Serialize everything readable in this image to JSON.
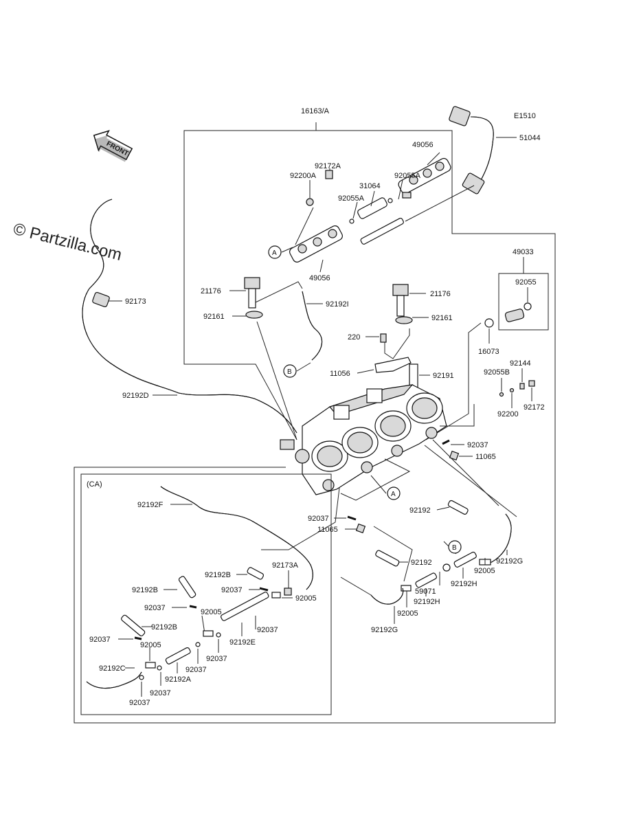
{
  "diagram": {
    "code": "E1510",
    "watermark": "© Partzilla.com",
    "front_label": "FRONT",
    "variant_box_label": "(CA)",
    "refs": {
      "a": "A",
      "b": "B"
    },
    "labels": {
      "p16163A": "16163/A",
      "p51044": "51044",
      "p49056_top": "49056",
      "p92172A": "92172A",
      "p92200A": "92200A",
      "p92055A_1": "92055A",
      "p31064": "31064",
      "p92055A_2": "92055A",
      "p49056_bot": "49056",
      "p49033": "49033",
      "p92055": "92055",
      "p92173": "92173",
      "p21176_l": "21176",
      "p92161_l": "92161",
      "p92192I": "92192I",
      "p21176_r": "21176",
      "p92161_r": "92161",
      "p220": "220",
      "p11056": "11056",
      "p92191": "92191",
      "p16073": "16073",
      "p92144": "92144",
      "p92055B": "92055B",
      "p92200": "92200",
      "p92172": "92172",
      "p92192D": "92192D",
      "p92037_r": "92037",
      "p11065_r": "11065",
      "p92192_1": "92192",
      "p92037_c": "92037",
      "p11065_c": "11065",
      "p92192_2": "92192",
      "p92192G_r": "92192G",
      "p92005_r": "92005",
      "p92192H_1": "92192H",
      "p59071": "59071",
      "p92192H_2": "92192H",
      "p92005_c": "92005",
      "p92192G_c": "92192G",
      "ca_92192F": "92192F",
      "ca_92173A": "92173A",
      "ca_92192B_1": "92192B",
      "ca_92037_1": "92037",
      "ca_92005_1": "92005",
      "ca_92192B_2": "92192B",
      "ca_92037_2": "92037",
      "ca_92005_2": "92005",
      "ca_92192B_3": "92192B",
      "ca_92037_3": "92037",
      "ca_92037_4": "92037",
      "ca_92192E": "92192E",
      "ca_92005_3": "92005",
      "ca_92037_5": "92037",
      "ca_92037_6": "92037",
      "ca_92192C": "92192C",
      "ca_92192A": "92192A",
      "ca_92037_7": "92037",
      "ca_92037_8": "92037"
    }
  }
}
